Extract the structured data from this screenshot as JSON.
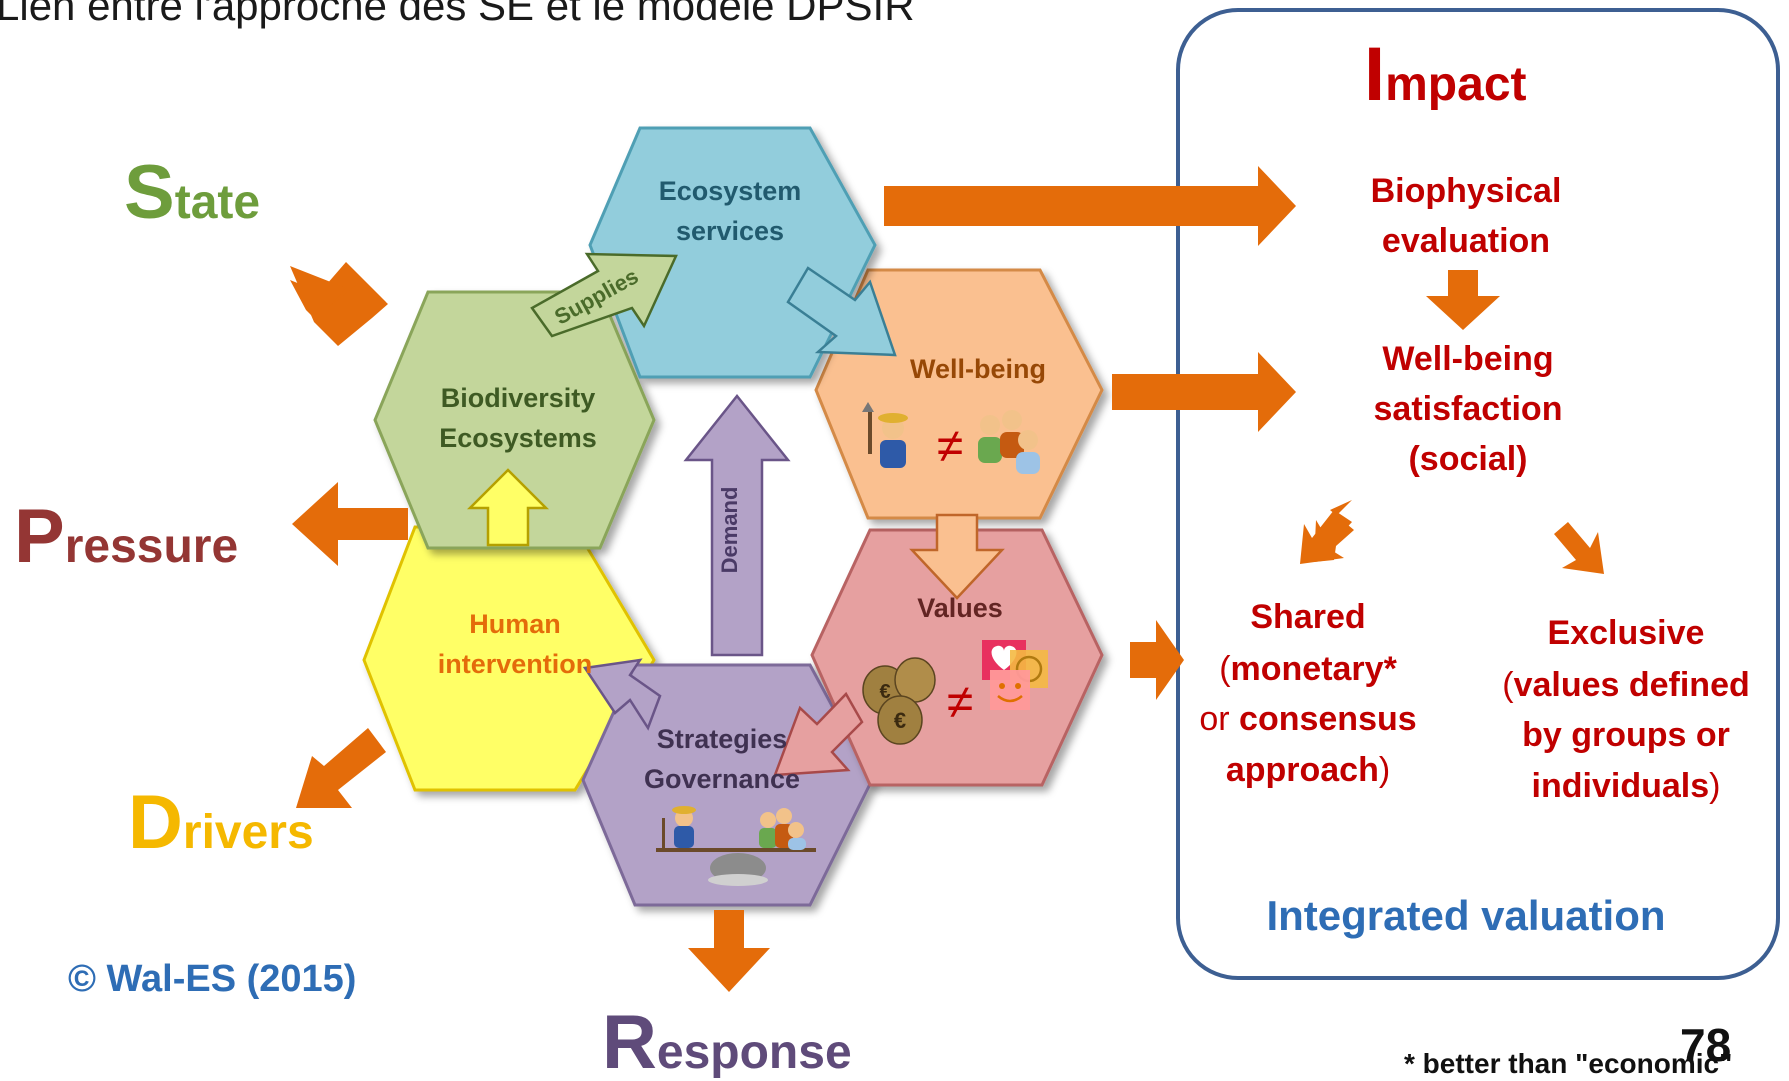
{
  "title": "Lien entre l'approche des SE et le modèle DPSIR",
  "dpsir": {
    "state": {
      "initial": "S",
      "rest": "tate",
      "color": "#6e9d3c"
    },
    "pressure": {
      "initial": "P",
      "rest": "ressure",
      "color": "#943634"
    },
    "drivers": {
      "initial": "D",
      "rest": "rivers",
      "color": "#f5b800"
    },
    "response": {
      "initial": "R",
      "rest": "esponse",
      "color": "#5f4b7a"
    },
    "impact": {
      "initial": "I",
      "rest": "mpact",
      "color": "#c00000"
    }
  },
  "hexagons": {
    "ecosystem_services": {
      "line1": "Ecosystem",
      "line2": "services"
    },
    "biodiversity": {
      "line1": "Biodiversity",
      "line2": "Ecosystems"
    },
    "well_being": {
      "line1": "Well-being"
    },
    "human_intervention": {
      "line1": "Human",
      "line2": "intervention"
    },
    "values": {
      "line1": "Values"
    },
    "strategies": {
      "line1": "Strategies",
      "line2": "Governance"
    }
  },
  "inner_arrows": {
    "supplies": "Supplies",
    "demand": "Demand"
  },
  "impact_panel": {
    "biophysical_1": "Biophysical",
    "biophysical_2": "evaluation",
    "wellbeing_1": "Well-being",
    "wellbeing_2": "satisfaction",
    "wellbeing_3": "(social)",
    "shared_1": "Shared",
    "shared_2a": "(",
    "shared_2b": "monetary*",
    "shared_3a": "or ",
    "shared_3b": "consensus",
    "shared_4a": "approach",
    "shared_4b": ")",
    "exclusive_1": "Exclusive",
    "exclusive_2a": "(",
    "exclusive_2b": "values defined",
    "exclusive_3": "by groups or",
    "exclusive_4a": "individuals",
    "exclusive_4b": ")",
    "integrated": "Integrated valuation"
  },
  "symbols": {
    "not_equal": "≠"
  },
  "copyright": "© Wal-ES (2015)",
  "page_number": "78",
  "footnote": "* better than \"economic\"",
  "colors": {
    "arrow_orange": "#e46c0a",
    "impact_red": "#c00000",
    "panel_border": "#3d5f92",
    "eco_blue": "#92cddc",
    "bio_green": "#c3d69b",
    "wellbeing_peach": "#fac090",
    "human_yellow": "#ffff66",
    "values_red": "#e6a0a0",
    "strategies_purple": "#b3a2c7"
  }
}
